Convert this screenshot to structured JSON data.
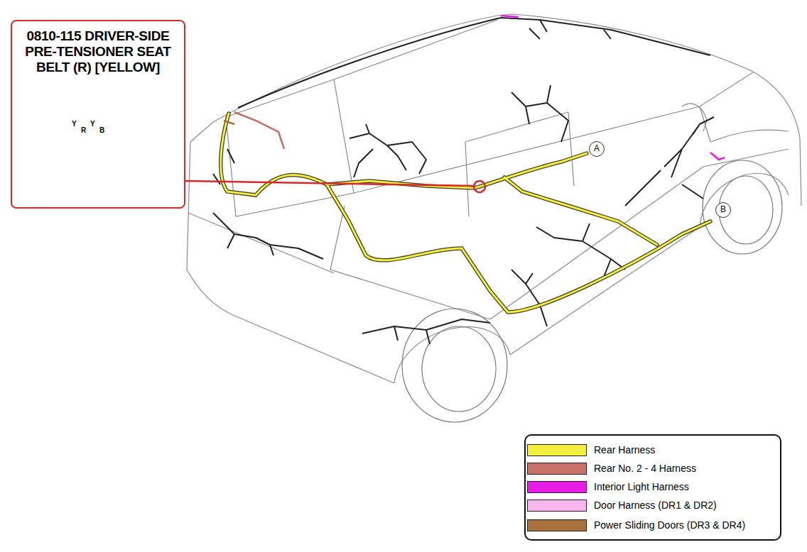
{
  "diagram": {
    "nodes": [
      {
        "text": [
          "0810-115 DRIVER-SIDE PRE-TENSIONER SEAT BELT (R) [YELLOW]"
        ]
      },
      {
        "text": [
          "A"
        ]
      },
      {
        "text": [
          "B"
        ]
      }
    ],
    "labels": [
      "Y",
      "R",
      "Y",
      "B"
    ],
    "legend": [
      {
        "text": "Rear Harness",
        "color": "#f4ef3c"
      },
      {
        "text": "Rear No. 2 - 4 Harness",
        "color": "#c8706a"
      },
      {
        "text": "Interior Light Harness",
        "color": "#e81ce8"
      },
      {
        "text": "Door Harness (DR1 & DR2)",
        "color": "#f7b6ee"
      },
      {
        "text": "Power Sliding Doors (DR3 & DR4)",
        "color": "#a8703c"
      }
    ]
  }
}
